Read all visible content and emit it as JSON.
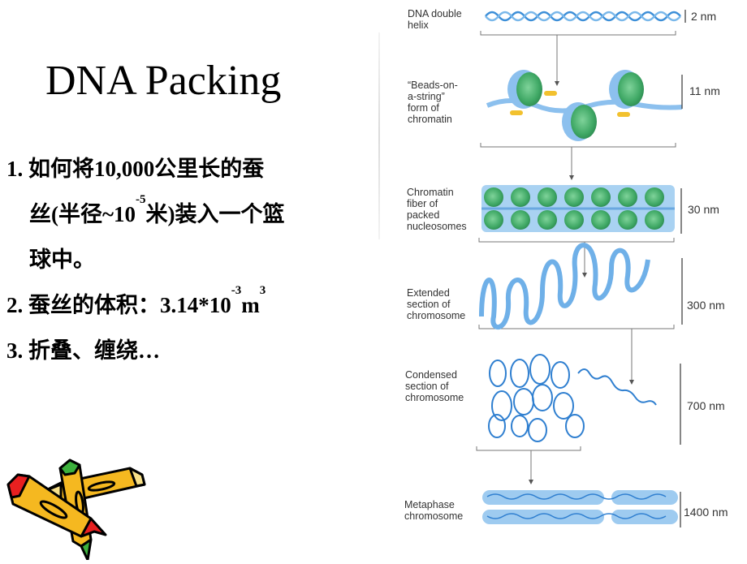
{
  "slide": {
    "title": "DNA Packing",
    "points": [
      {
        "num": "1.",
        "text_a": "如何将10,000公里长的蚕",
        "text_b_pre": "丝(半径~10",
        "text_b_sup": "-5",
        "text_b_post": "米)装入一个篮",
        "text_c": "球中。"
      },
      {
        "num": "2.",
        "text_pre": "蚕丝的体积：3.14*10",
        "sup1": "-3",
        "mid": "m",
        "sup2": "3"
      },
      {
        "num": "3.",
        "text": "折叠、缠绕…"
      }
    ]
  },
  "figure": {
    "stages": [
      {
        "label": "DNA double\nhelix",
        "scale": "2 nm"
      },
      {
        "label": "“Beads-on-\na-string”\nform of\nchromatin",
        "scale": "11 nm"
      },
      {
        "label": "Chromatin\nfiber of\npacked\nnucleosomes",
        "scale": "30 nm"
      },
      {
        "label": "Extended\nsection of\nchromosome",
        "scale": "300 nm"
      },
      {
        "label": "Condensed\nsection of\nchromosome",
        "scale": "700 nm"
      },
      {
        "label": "Metaphase\nchromosome",
        "scale": "1400 nm"
      }
    ],
    "colors": {
      "dna_blue": "#3d8fd8",
      "nucleosome_green": "#4caf73",
      "linker_yellow": "#f2c12e",
      "fiber_light": "#8cc0ee"
    }
  },
  "clipart": {
    "name": "crayons"
  }
}
